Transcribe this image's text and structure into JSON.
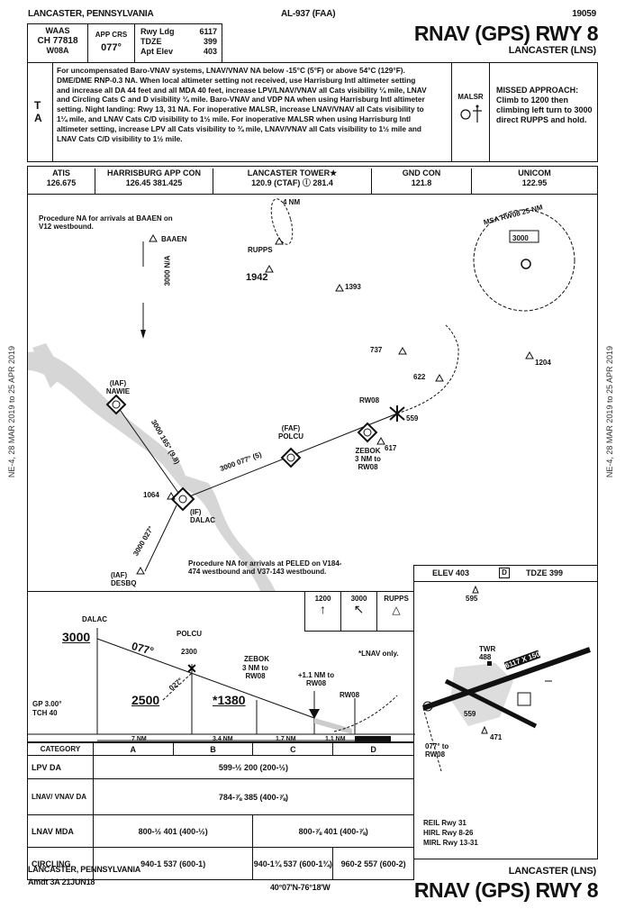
{
  "header": {
    "city_state": "LANCASTER, PENNSYLVANIA",
    "chart_id": "AL-937 (FAA)",
    "amdt": "19059",
    "procedure": "RNAV (GPS) RWY 8",
    "airport": "LANCASTER (LNS)"
  },
  "briefing": {
    "waas": {
      "label": "WAAS",
      "channel": "CH 77818",
      "id": "W08A"
    },
    "app_crs": {
      "label": "APP CRS",
      "value": "077°"
    },
    "rwy": {
      "rwy_ldg_label": "Rwy Ldg",
      "rwy_ldg": "6117",
      "tdze_label": "TDZE",
      "tdze": "399",
      "apt_elev_label": "Apt Elev",
      "apt_elev": "403"
    },
    "notes": "For uncompensated Baro-VNAV systems, LNAV/VNAV NA below -15°C (5°F) or above 54°C (129°F). DME/DME RNP-0.3 NA. When local altimeter setting not received, use Harrisburg Intl altimeter setting and increase all DA 44 feet and all MDA 40 feet, increase LPV/LNAV/VNAV all Cats visibility ¼ mile, LNAV and Circling Cats C and D visibility ¼ mile. Baro-VNAV and VDP NA when using Harrisburg Intl altimeter setting. Night landing: Rwy 13, 31 NA. For inoperative MALSR, increase LNAV/VNAV all Cats visibility to 1¼ mile, and LNAV Cats C/D visibility to 1½ mile. For inoperative MALSR when using Harrisburg Intl altimeter setting, increase LPV all Cats visibility to ¾ mile, LNAV/VNAV all Cats visibility to 1½ mile and LNAV Cats C/D visibility to 1½ mile.",
    "note_symbols": [
      "T",
      "A"
    ],
    "lighting": {
      "label": "MALSR"
    },
    "missed_approach": "MISSED APPROACH: Climb to 1200 then climbing left turn to 3000 direct RUPPS and hold."
  },
  "comms": [
    {
      "label": "ATIS",
      "value": "126.675"
    },
    {
      "label": "HARRISBURG APP CON",
      "value": "126.45   381.425"
    },
    {
      "label": "LANCASTER TOWER★",
      "value": "120.9 (CTAF) ⓛ 281.4"
    },
    {
      "label": "GND CON",
      "value": "121.8"
    },
    {
      "label": "UNICOM",
      "value": "122.95"
    }
  ],
  "planview": {
    "note_top": "Procedure NA for arrivals at BAAEN on V12 westbound.",
    "note_bottom": "Procedure NA for arrivals at PELED on V184-474 westbound and V37-143 westbound.",
    "msa": {
      "label": "MSA RW08 25 NM",
      "altitude": "3000"
    },
    "fixes": [
      {
        "name": "BAAEN"
      },
      {
        "name": "RUPPS"
      },
      {
        "name": "(IAF) NAWIE"
      },
      {
        "name": "(IF) DALAC"
      },
      {
        "name": "(IAF) DESBQ"
      },
      {
        "name": "(FAF) POLCU"
      },
      {
        "name": "ZEBOK",
        "note": "3 NM to RW08"
      },
      {
        "name": "RW08"
      }
    ],
    "obstacles": [
      "1942",
      "1393",
      "737",
      "622",
      "1204",
      "617",
      "559",
      "1064"
    ],
    "hold": "4 NM",
    "leg_labels": [
      "3000 077° (5)",
      "3000 N/A",
      "3000 027°",
      "3000 165° (9.8)"
    ]
  },
  "profile": {
    "fixes": [
      "DALAC",
      "POLCU",
      "ZEBOK",
      "RW08"
    ],
    "dalac_alt": "3000",
    "polcu_alt": "2300",
    "zebok_note": "3 NM to RW08",
    "vdp_note": "+1.1 NM to RW08",
    "course": "077°",
    "inbound_crs": "027°",
    "inbound_alt": "2500",
    "stepdown_alt": "*1380",
    "gp": "GP 3.00°",
    "tch": "TCH 40",
    "distances": [
      "7 NM",
      "3.4 NM",
      "1.7 NM",
      "1.1 NM"
    ],
    "missed_icons": [
      "1200",
      "3000",
      "RUPPS"
    ],
    "lnav_only": "*LNAV only."
  },
  "airport_diagram": {
    "elev_label": "ELEV",
    "elev": "403",
    "tdze_label": "TDZE",
    "tdze": "399",
    "obstacles": [
      "595",
      "559",
      "471"
    ],
    "twr": "TWR 488",
    "runway_label": "6117 X 150",
    "bearing_note": "077° to RW08",
    "lighting_notes": [
      "REIL Rwy 31",
      "HIRL Rwy 8-26",
      "MIRL Rwy 13-31"
    ]
  },
  "minimums": {
    "headers": [
      "CATEGORY",
      "A",
      "B",
      "C",
      "D"
    ],
    "rows": [
      {
        "label": "LPV   DA",
        "value": "599-½   200 (200-½)"
      },
      {
        "label": "LNAV/ VNAV   DA",
        "value": "784-⅞   385 (400-⅞)"
      },
      {
        "label": "LNAV   MDA",
        "ab": "800-½   401 (400-½)",
        "cd": "800-⅞   401 (400-⅞)"
      },
      {
        "label": "CIRCLING",
        "ab": "940-1   537 (600-1)",
        "c": "940-1¾   537 (600-1¾)",
        "d": "960-2   557 (600-2)"
      }
    ]
  },
  "footer": {
    "city_state": "LANCASTER, PENNSYLVANIA",
    "amdt_line": "Amdt 3A  21JUN18",
    "coords": "40°07'N-76°18'W",
    "airport": "LANCASTER (LNS)",
    "procedure": "RNAV (GPS) RWY 8"
  },
  "margin_text": {
    "left": "NE-4, 28 MAR 2019 to 25 APR 2019",
    "right": "NE-4, 28 MAR 2019 to 25 APR 2019"
  }
}
